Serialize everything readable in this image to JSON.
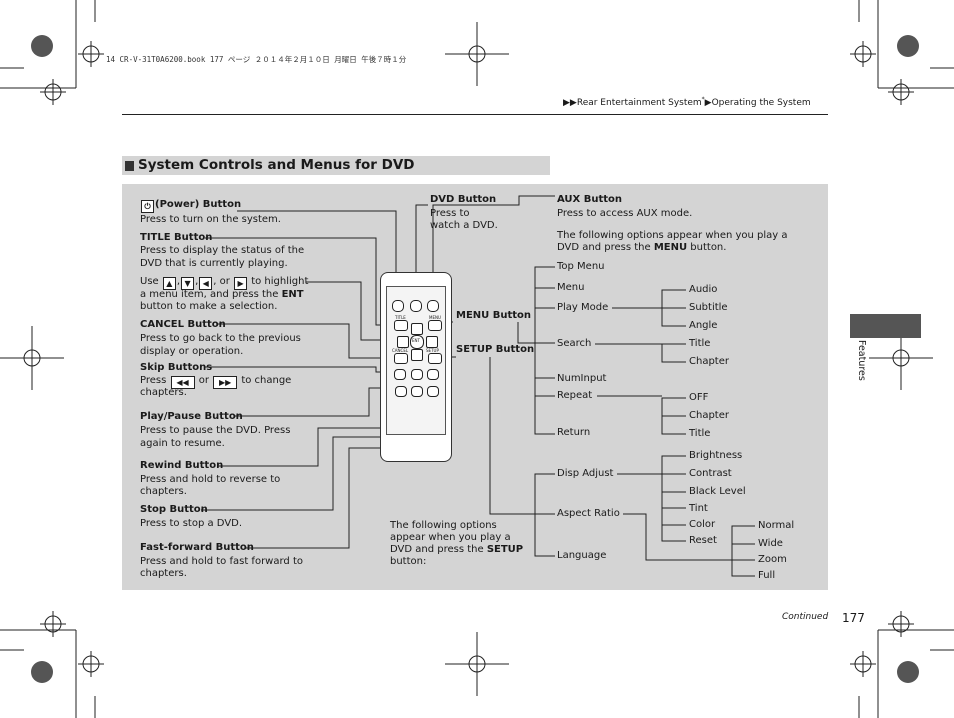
{
  "header": {
    "file_info": "14 CR-V-31T0A6200.book  177 ページ  ２０１４年２月１０日  月曜日  午後７時１分",
    "breadcrumb_1": "Rear Entertainment System",
    "breadcrumb_asterisk": "*",
    "breadcrumb_2": "Operating the System"
  },
  "section": {
    "title": "System Controls and Menus for DVD"
  },
  "side_tab": {
    "label": "Features"
  },
  "left_callouts": {
    "power_title": "(Power) Button",
    "power_desc": "Press to turn on the system.",
    "title_title": "TITLE Button",
    "title_desc_1": "Press to display the status of the",
    "title_desc_2": "DVD that is currently playing.",
    "arrow_use": "Use",
    "arrow_or": ", or",
    "arrow_highlight": "to highlight",
    "arrow_line2_a": "a menu item, and press the ",
    "arrow_line2_b": "ENT",
    "arrow_line3": "button to make a selection.",
    "cancel_title": "CANCEL Button",
    "cancel_desc_1": "Press to go back to the previous",
    "cancel_desc_2": "display or operation.",
    "skip_title": "Skip Buttons",
    "skip_press": "Press",
    "skip_or": "or",
    "skip_change": "to change",
    "skip_desc_2": "chapters.",
    "playpause_title": "Play/Pause Button",
    "playpause_desc_1": "Press to pause the DVD. Press",
    "playpause_desc_2": "again to resume.",
    "rewind_title": "Rewind Button",
    "rewind_desc_1": "Press and hold to reverse to",
    "rewind_desc_2": "chapters.",
    "stop_title": "Stop Button",
    "stop_desc": "Press to stop a DVD.",
    "ff_title": "Fast-forward Button",
    "ff_desc_1": "Press and hold to fast forward to",
    "ff_desc_2": "chapters."
  },
  "middle_callouts": {
    "dvd_title": "DVD Button",
    "dvd_desc_1": "Press to",
    "dvd_desc_2": "watch a DVD.",
    "menu_button": "MENU Button",
    "setup_button": "SETUP Button",
    "setup_note_1": "The following options",
    "setup_note_2": "appear when you play a",
    "setup_note_3a": "DVD and press the ",
    "setup_note_3b": "SETUP",
    "setup_note_4": "button:"
  },
  "aux": {
    "title": "AUX Button",
    "desc": "Press to access AUX mode.",
    "note_1": "The following options appear when you play a",
    "note_2a": "DVD and press the ",
    "note_2b": "MENU",
    "note_2c": " button."
  },
  "menu_items": [
    "Top Menu",
    "Menu",
    "Play Mode",
    "Search",
    "NumInput",
    "Repeat",
    "Return"
  ],
  "play_mode_items": [
    "Audio",
    "Subtitle",
    "Angle"
  ],
  "search_items": [
    "Title",
    "Chapter"
  ],
  "repeat_items": [
    "OFF",
    "Chapter",
    "Title"
  ],
  "setup_items": [
    "Disp Adjust",
    "Aspect Ratio",
    "Language"
  ],
  "disp_adjust_items": [
    "Brightness",
    "Contrast",
    "Black Level",
    "Tint",
    "Color",
    "Reset"
  ],
  "aspect_items": [
    "Normal",
    "Wide",
    "Zoom",
    "Full"
  ],
  "remote_labels": {
    "title": "TITLE",
    "menu": "MENU",
    "ent": "ENT",
    "cancel": "CANCEL",
    "setup": "SETUP"
  },
  "footer": {
    "continued": "Continued",
    "page_number": "177"
  }
}
